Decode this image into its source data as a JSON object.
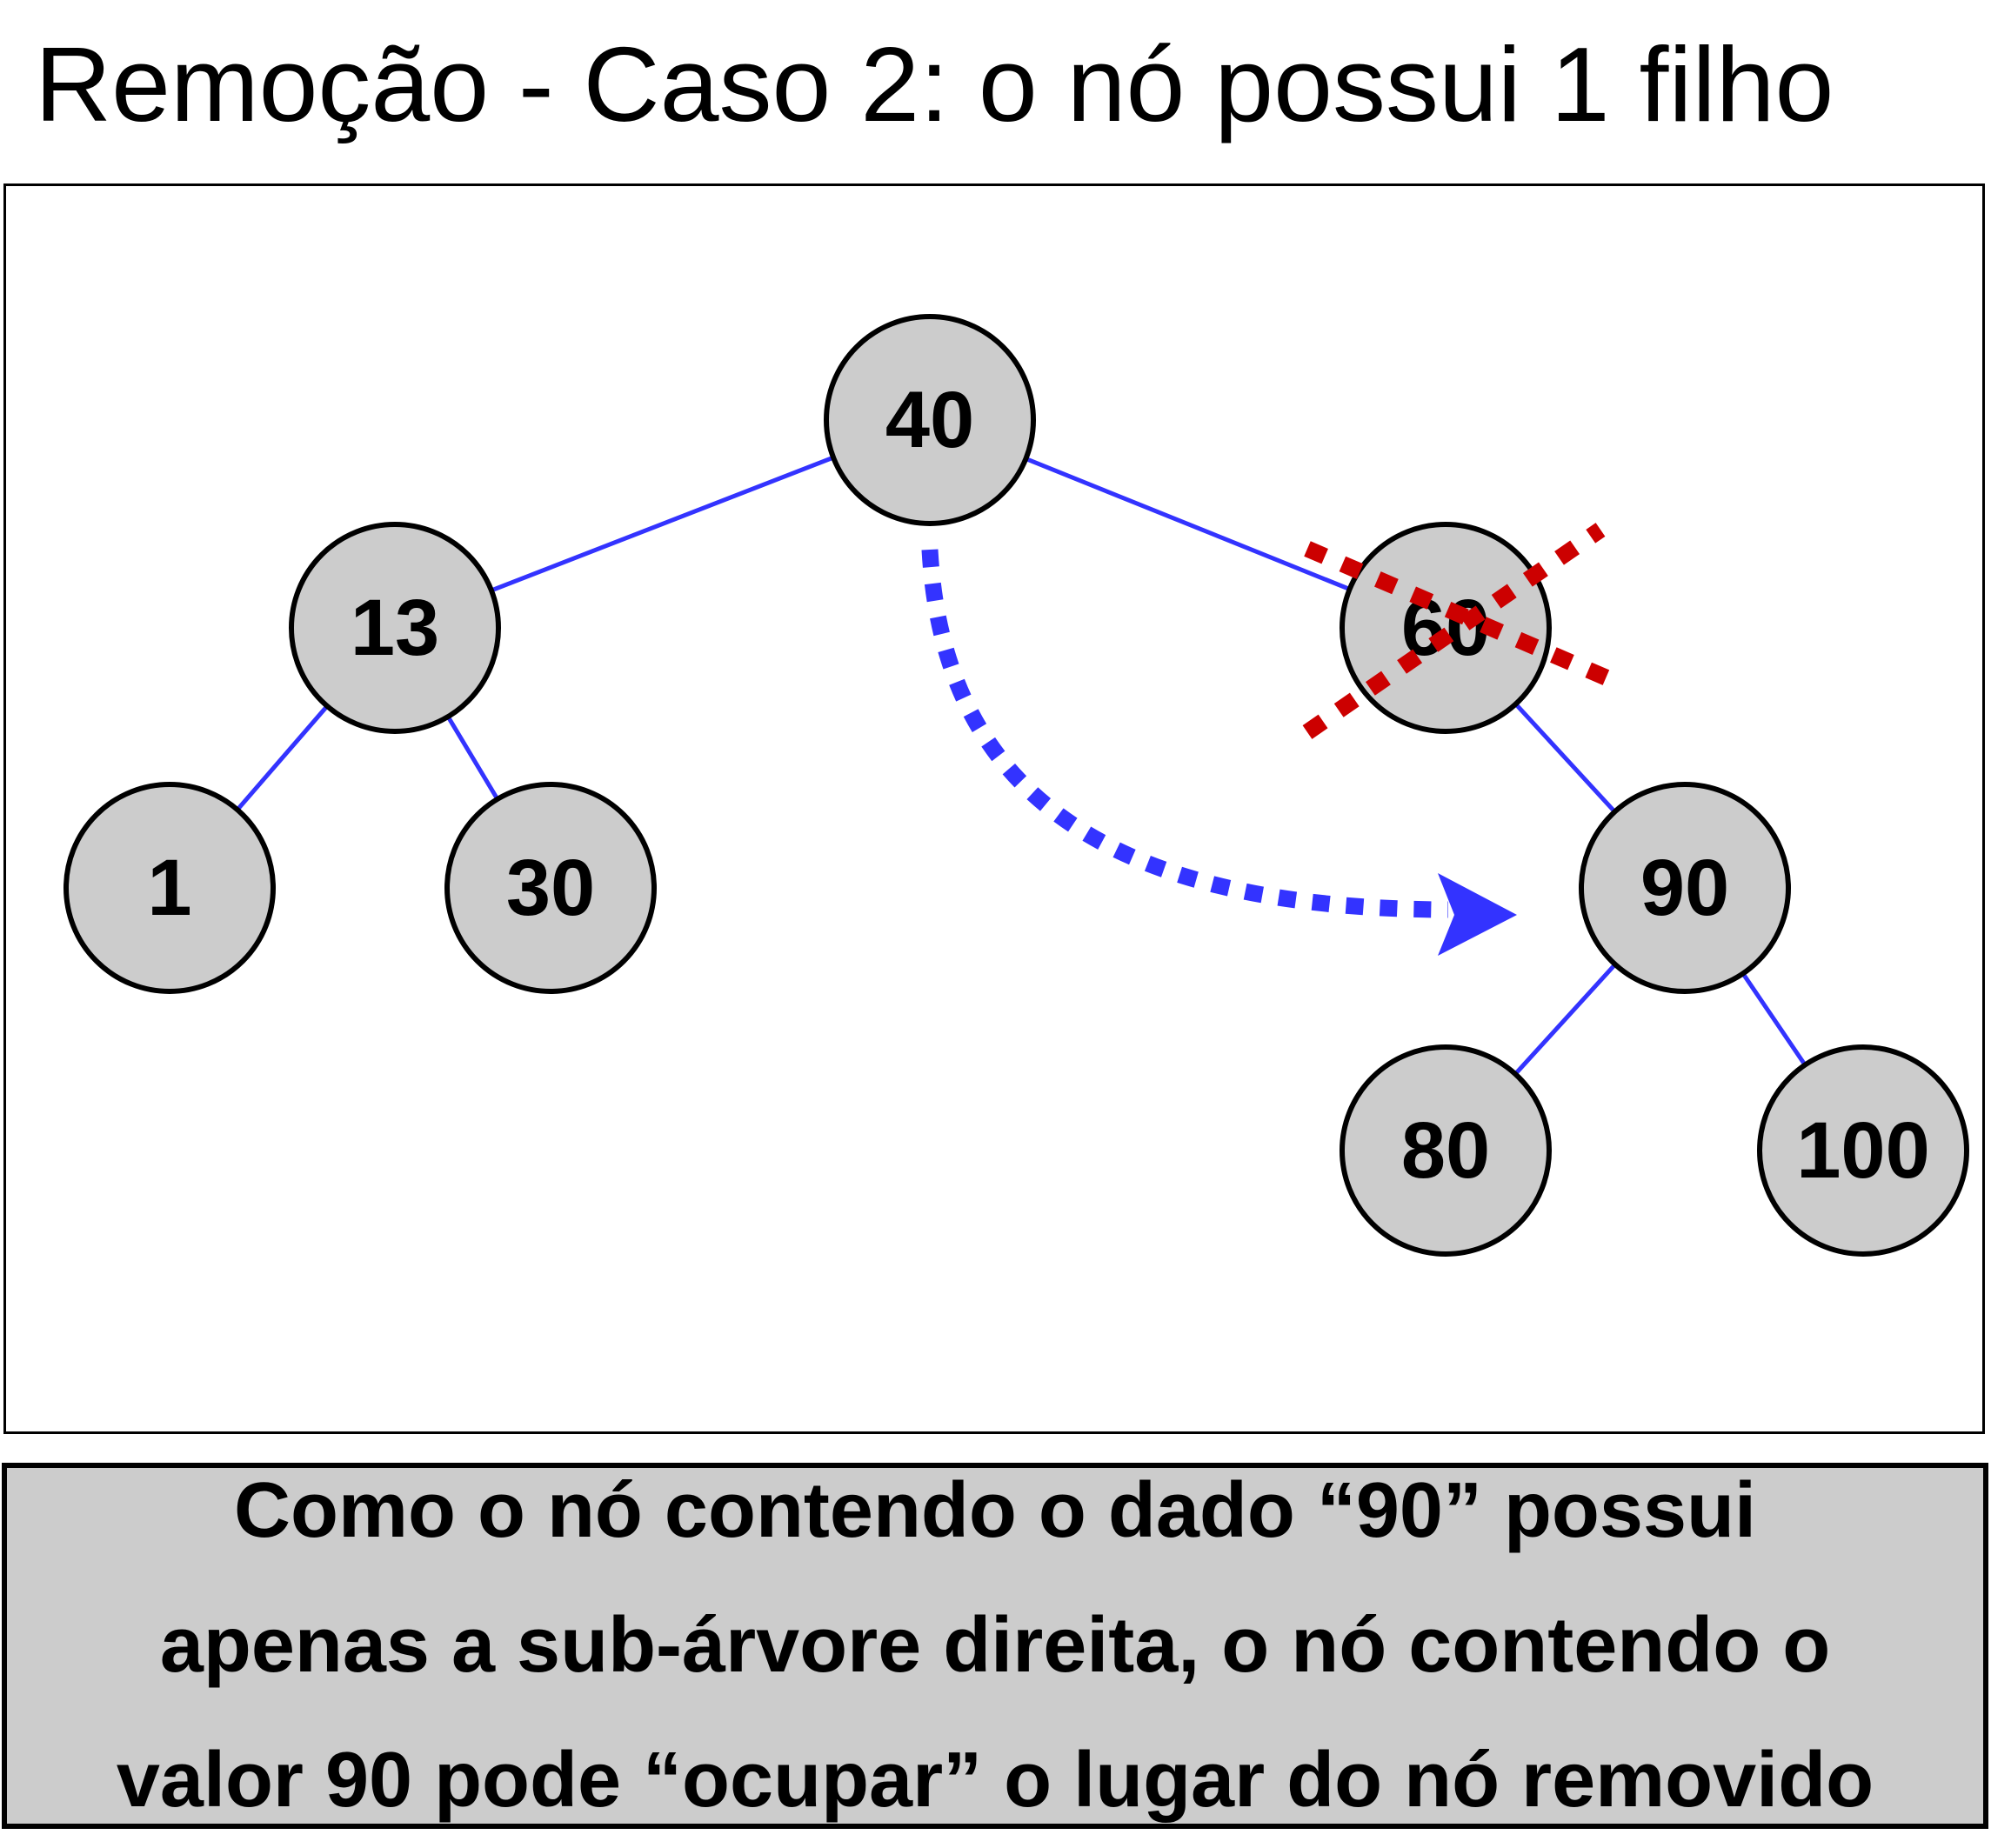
{
  "title": "Remoção - Caso 2: o nó possui 1 filho",
  "tree": {
    "nodes": [
      {
        "id": "n40",
        "label": "40",
        "removed": false
      },
      {
        "id": "n13",
        "label": "13",
        "removed": false
      },
      {
        "id": "n60",
        "label": "60",
        "removed": true
      },
      {
        "id": "n1",
        "label": "1",
        "removed": false
      },
      {
        "id": "n30",
        "label": "30",
        "removed": false
      },
      {
        "id": "n90",
        "label": "90",
        "removed": false
      },
      {
        "id": "n80",
        "label": "80",
        "removed": false
      },
      {
        "id": "n100",
        "label": "100",
        "removed": false
      }
    ],
    "edges": [
      {
        "from": "40",
        "to": "13"
      },
      {
        "from": "40",
        "to": "60"
      },
      {
        "from": "13",
        "to": "1"
      },
      {
        "from": "13",
        "to": "30"
      },
      {
        "from": "60",
        "to": "90"
      },
      {
        "from": "90",
        "to": "80"
      },
      {
        "from": "90",
        "to": "100"
      }
    ]
  },
  "colors": {
    "edge": "#3333ff",
    "node_fill": "#cccccc",
    "cross_mark": "#cc0000",
    "arrow": "#3333ff"
  },
  "caption": {
    "lines": [
      "Como o nó contendo o dado “90” possui",
      "apenas a sub-árvore direita, o nó contendo o",
      "valor 90 pode “ocupar” o lugar do nó removido"
    ]
  }
}
